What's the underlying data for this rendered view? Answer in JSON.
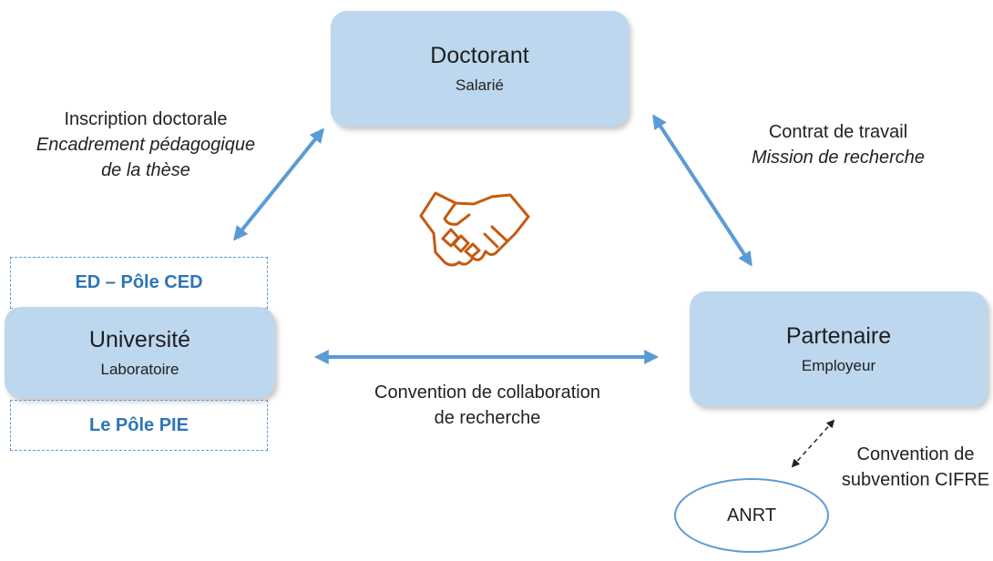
{
  "nodes": {
    "doctorant": {
      "title": "Doctorant",
      "subtitle": "Salarié"
    },
    "universite": {
      "title": "Université",
      "subtitle": "Laboratoire"
    },
    "partenaire": {
      "title": "Partenaire",
      "subtitle": "Employeur"
    },
    "anrt": {
      "title": "ANRT"
    }
  },
  "badges": {
    "ed": "ED – Pôle CED",
    "pie": "Le Pôle PIE"
  },
  "edges": {
    "doc_univ": {
      "line1": "Inscription doctorale",
      "line2": "Encadrement pédagogique",
      "line3": "de la thèse"
    },
    "doc_part": {
      "line1": "Contrat de travail",
      "line2": "Mission de recherche"
    },
    "univ_part": {
      "line1": "Convention de collaboration",
      "line2": "de recherche"
    },
    "part_anrt": {
      "line1": "Convention de",
      "line2": "subvention CIFRE"
    }
  },
  "icons": {
    "center": "handshake-icon"
  },
  "colors": {
    "box_fill": "#bdd7ee",
    "arrow": "#5b9bd5",
    "badge_text": "#2e75b6",
    "handshake": "#c55a11"
  }
}
